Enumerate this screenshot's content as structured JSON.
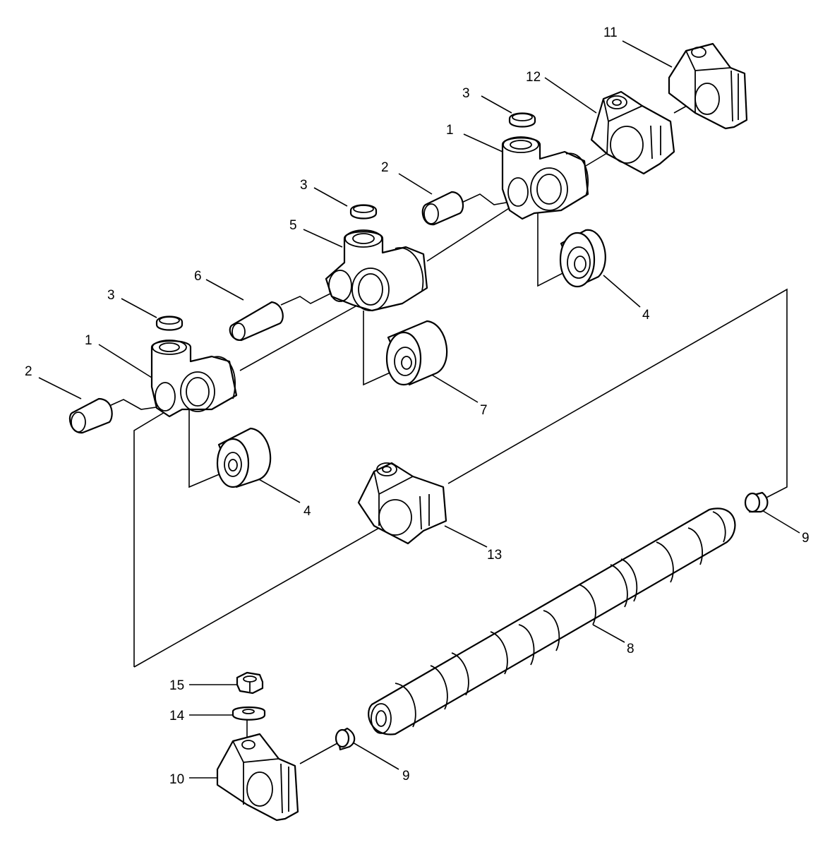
{
  "callouts": [
    {
      "id": "c11",
      "text": "11"
    },
    {
      "id": "c12",
      "text": "12"
    },
    {
      "id": "c3a",
      "text": "3"
    },
    {
      "id": "c1a",
      "text": "1"
    },
    {
      "id": "c2a",
      "text": "2"
    },
    {
      "id": "c3b",
      "text": "3"
    },
    {
      "id": "c5",
      "text": "5"
    },
    {
      "id": "c6",
      "text": "6"
    },
    {
      "id": "c3c",
      "text": "3"
    },
    {
      "id": "c1b",
      "text": "1"
    },
    {
      "id": "c2b",
      "text": "2"
    },
    {
      "id": "c4a",
      "text": "4"
    },
    {
      "id": "c7",
      "text": "7"
    },
    {
      "id": "c4b",
      "text": "4"
    },
    {
      "id": "c13",
      "text": "13"
    },
    {
      "id": "c9a",
      "text": "9"
    },
    {
      "id": "c8",
      "text": "8"
    },
    {
      "id": "c15",
      "text": "15"
    },
    {
      "id": "c14",
      "text": "14"
    },
    {
      "id": "c10",
      "text": "10"
    },
    {
      "id": "c9b",
      "text": "9"
    }
  ],
  "colors": {
    "line": "#000000",
    "background": "#ffffff"
  }
}
